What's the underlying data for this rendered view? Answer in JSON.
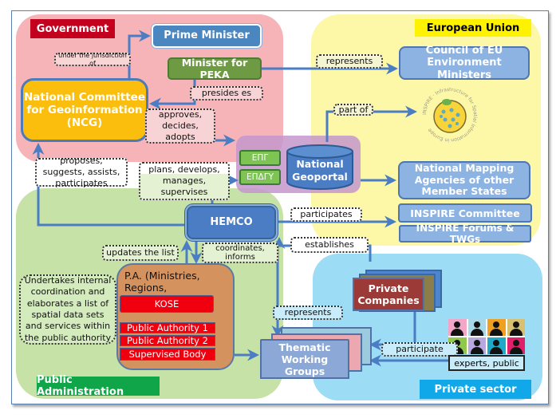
{
  "regions": {
    "government": "Government",
    "european_union": "European Union",
    "public_administration": "Public Administration",
    "private_sector": "Private sector"
  },
  "nodes": {
    "prime_minister": "Prime Minister",
    "minister_peka": "Minister for PEKA",
    "ncg": "National Committee for Geoinformation (NCG)",
    "council": "Council of EU Environment Ministers",
    "inspire_logo": "INSPIRE · Infrastructure for Spatial Information in Europe",
    "epg": "ΕΠΓ",
    "epdgy": "ΕΠΔΓΥ",
    "geoportal": "National Geoportal",
    "national_mapping": "National Mapping Agencies of other Member States",
    "inspire_committee": "INSPIRE Committee",
    "inspire_forums": "INSPIRE Forums & TWGs",
    "hemco": "HEMCO",
    "pa_title": "P.A. (Ministries, Regions, Municipalities)",
    "kose": "KOSE",
    "public_authority_1": "Public Authority 1",
    "public_authority_2": "Public Authority 2",
    "supervised_body": "Supervised Body",
    "private_companies": "Private Companies",
    "thematic_groups": "Thematic Working Groups",
    "experts_public": "experts, public"
  },
  "relations": {
    "under_jurisdiction": "under the jurisdiction of",
    "presides": "presides es",
    "approves": "approves, decides, adopts",
    "represents_eu": "represents",
    "part_of": "part of",
    "proposes": "proposes, suggests, assists, participates",
    "plans": "plans, develops, manages, supervises",
    "updates_list": "updates the list",
    "coordinates": "coordinates, informs",
    "participates": "participates",
    "establishes": "establishes",
    "represents_twg": "represents",
    "participate": "participate",
    "undertakes": "Undertakes internal coordination and elaborates a list of spatial data sets and services within the public authority"
  },
  "colors": {
    "government_bg": "#f7b4b8",
    "eu_bg": "#fdf8a8",
    "public_admin_bg": "#c6e2a6",
    "private_bg": "#9cdcf5",
    "arrow": "#4a7dc4",
    "person_tiles": [
      "#f2a7c9",
      "#a9d8e8",
      "#f0a020",
      "#d8c070",
      "#8fc84a",
      "#b8a8e0",
      "#20a8c8",
      "#e0206a"
    ]
  }
}
